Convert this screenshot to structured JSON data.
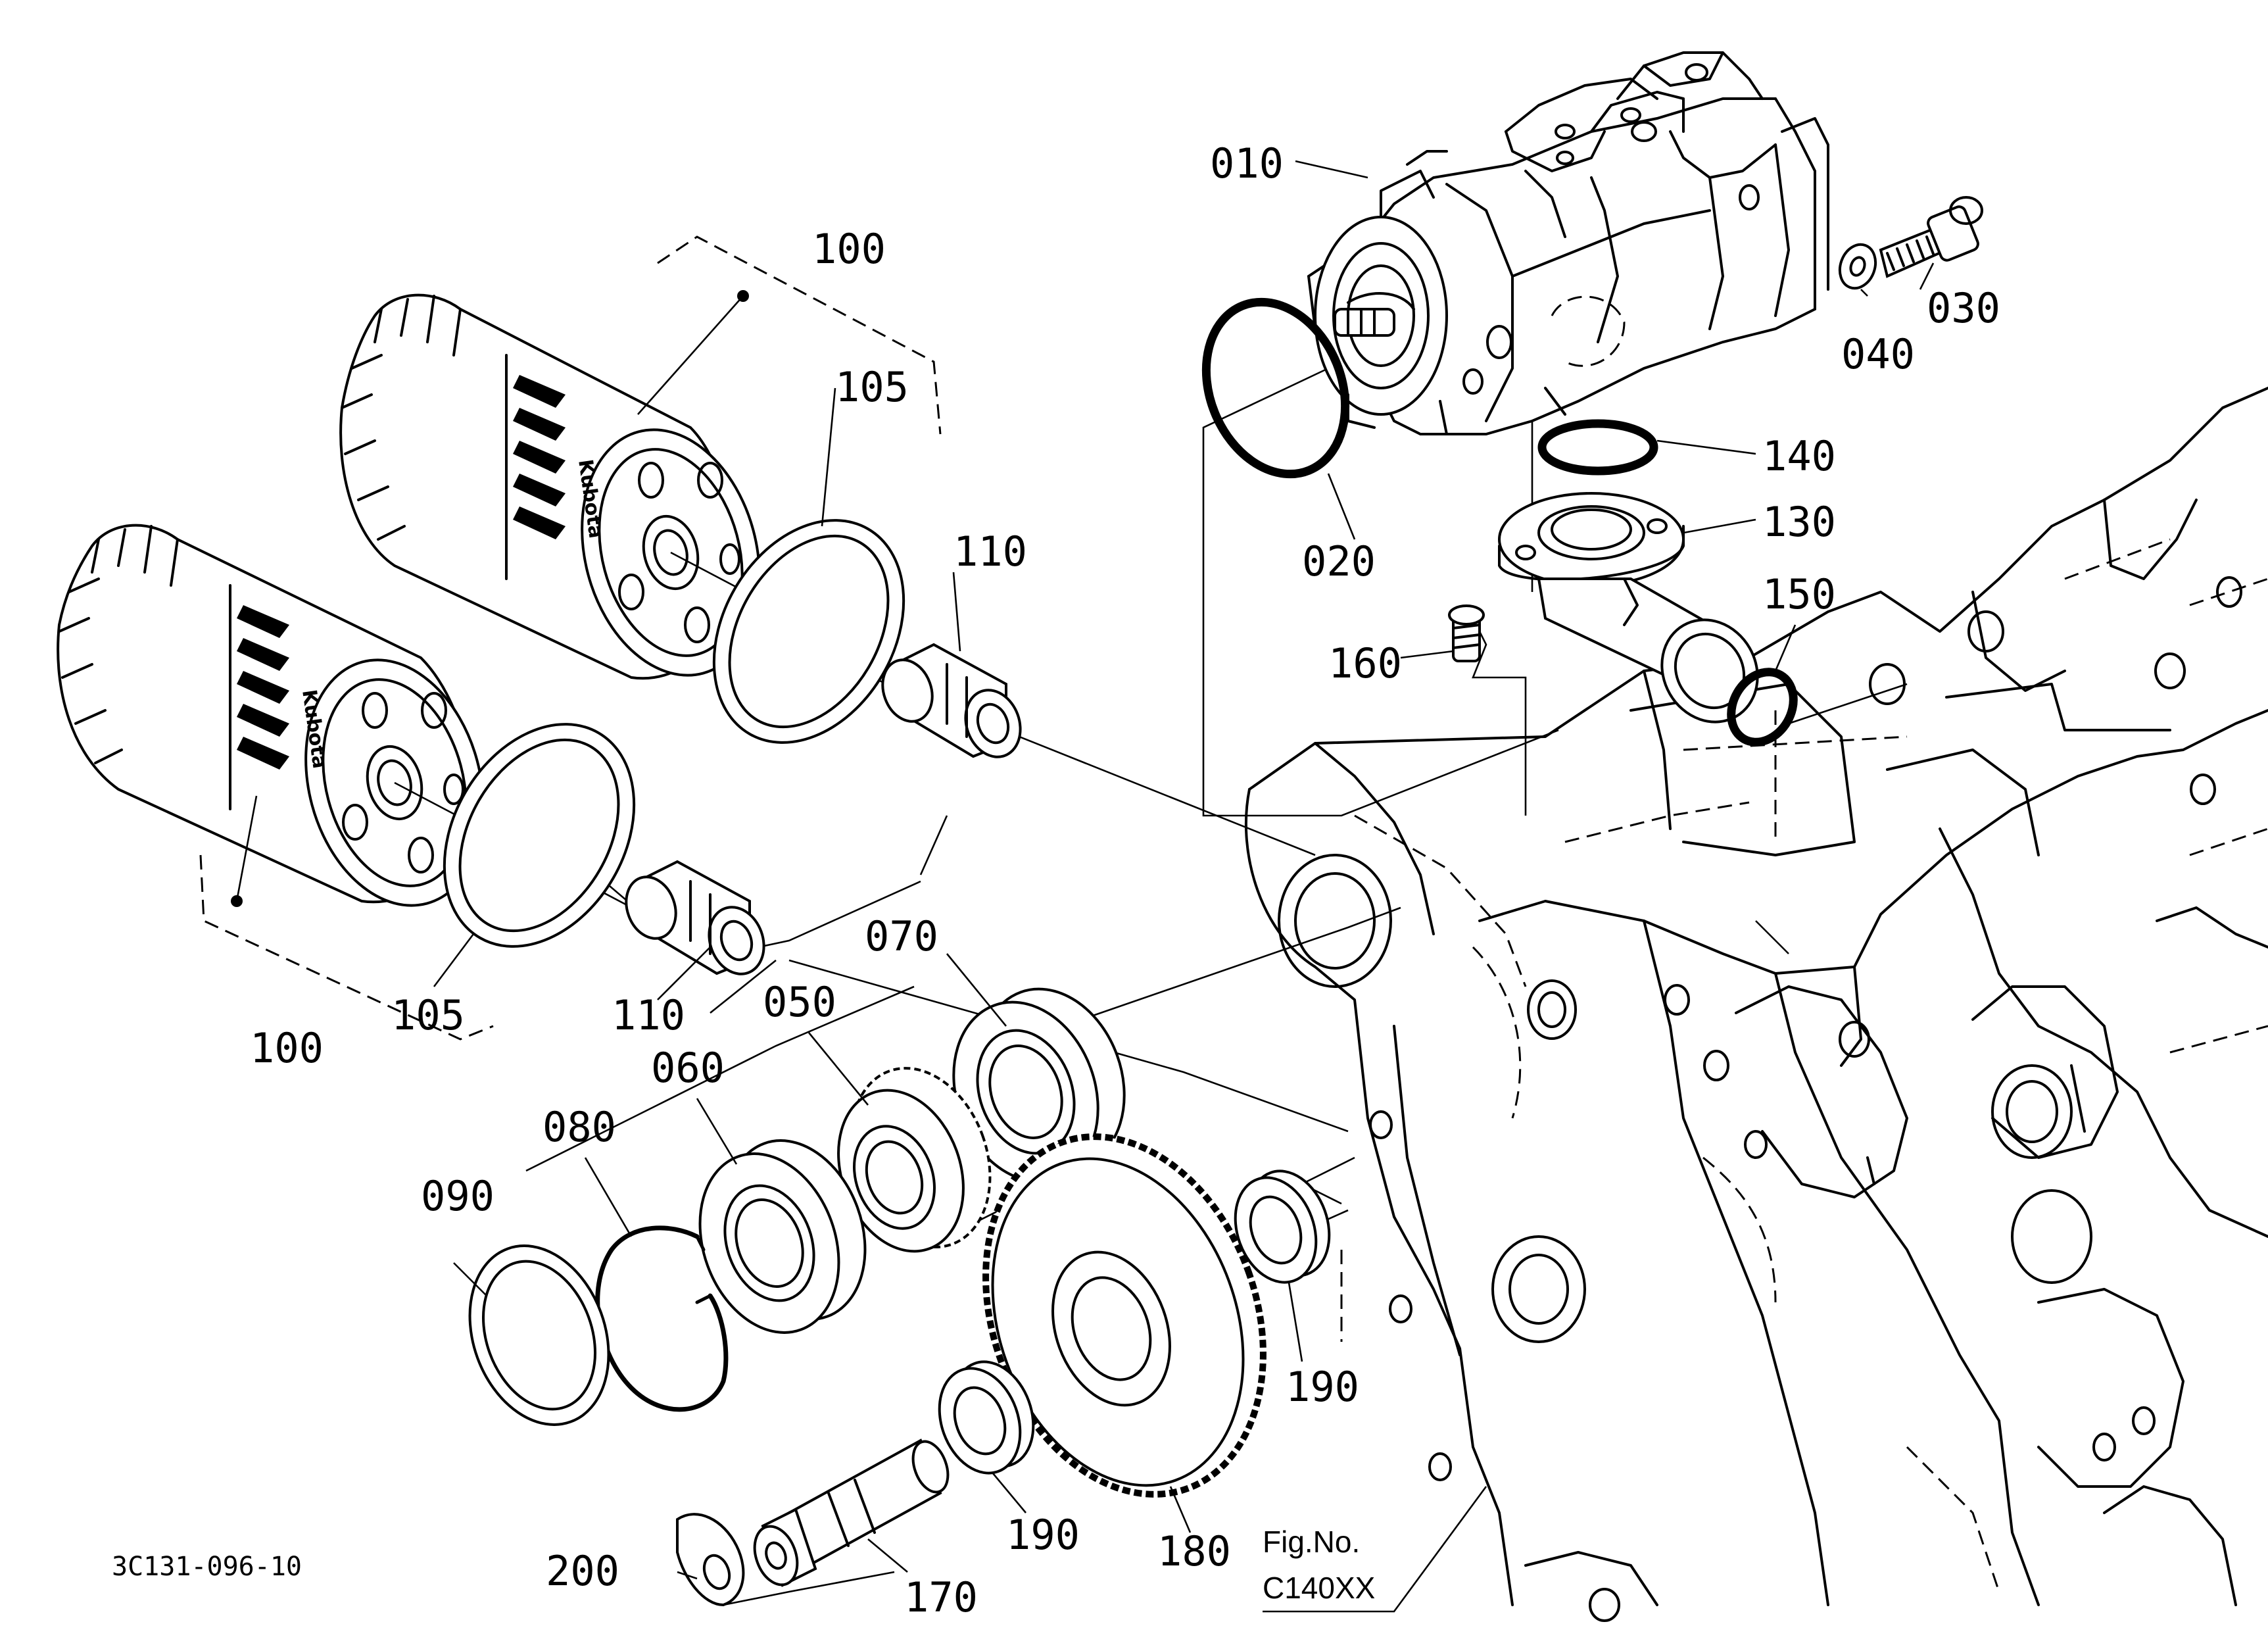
{
  "labels": {
    "p010": "010",
    "p020": "020",
    "p030": "030",
    "p040": "040",
    "p050": "050",
    "p060": "060",
    "p070": "070",
    "p080": "080",
    "p090": "090",
    "p100a": "100",
    "p100b": "100",
    "p105a": "105",
    "p105b": "105",
    "p110a": "110",
    "p110b": "110",
    "p130": "130",
    "p140": "140",
    "p150": "150",
    "p160": "160",
    "p170": "170",
    "p180": "180",
    "p190a": "190",
    "p190b": "190",
    "p200": "200"
  },
  "drawing_number": "3C131-096-10",
  "figure": {
    "prefix": "Fig.No.",
    "code": "C140XX"
  },
  "filter_brand": "Kubota"
}
